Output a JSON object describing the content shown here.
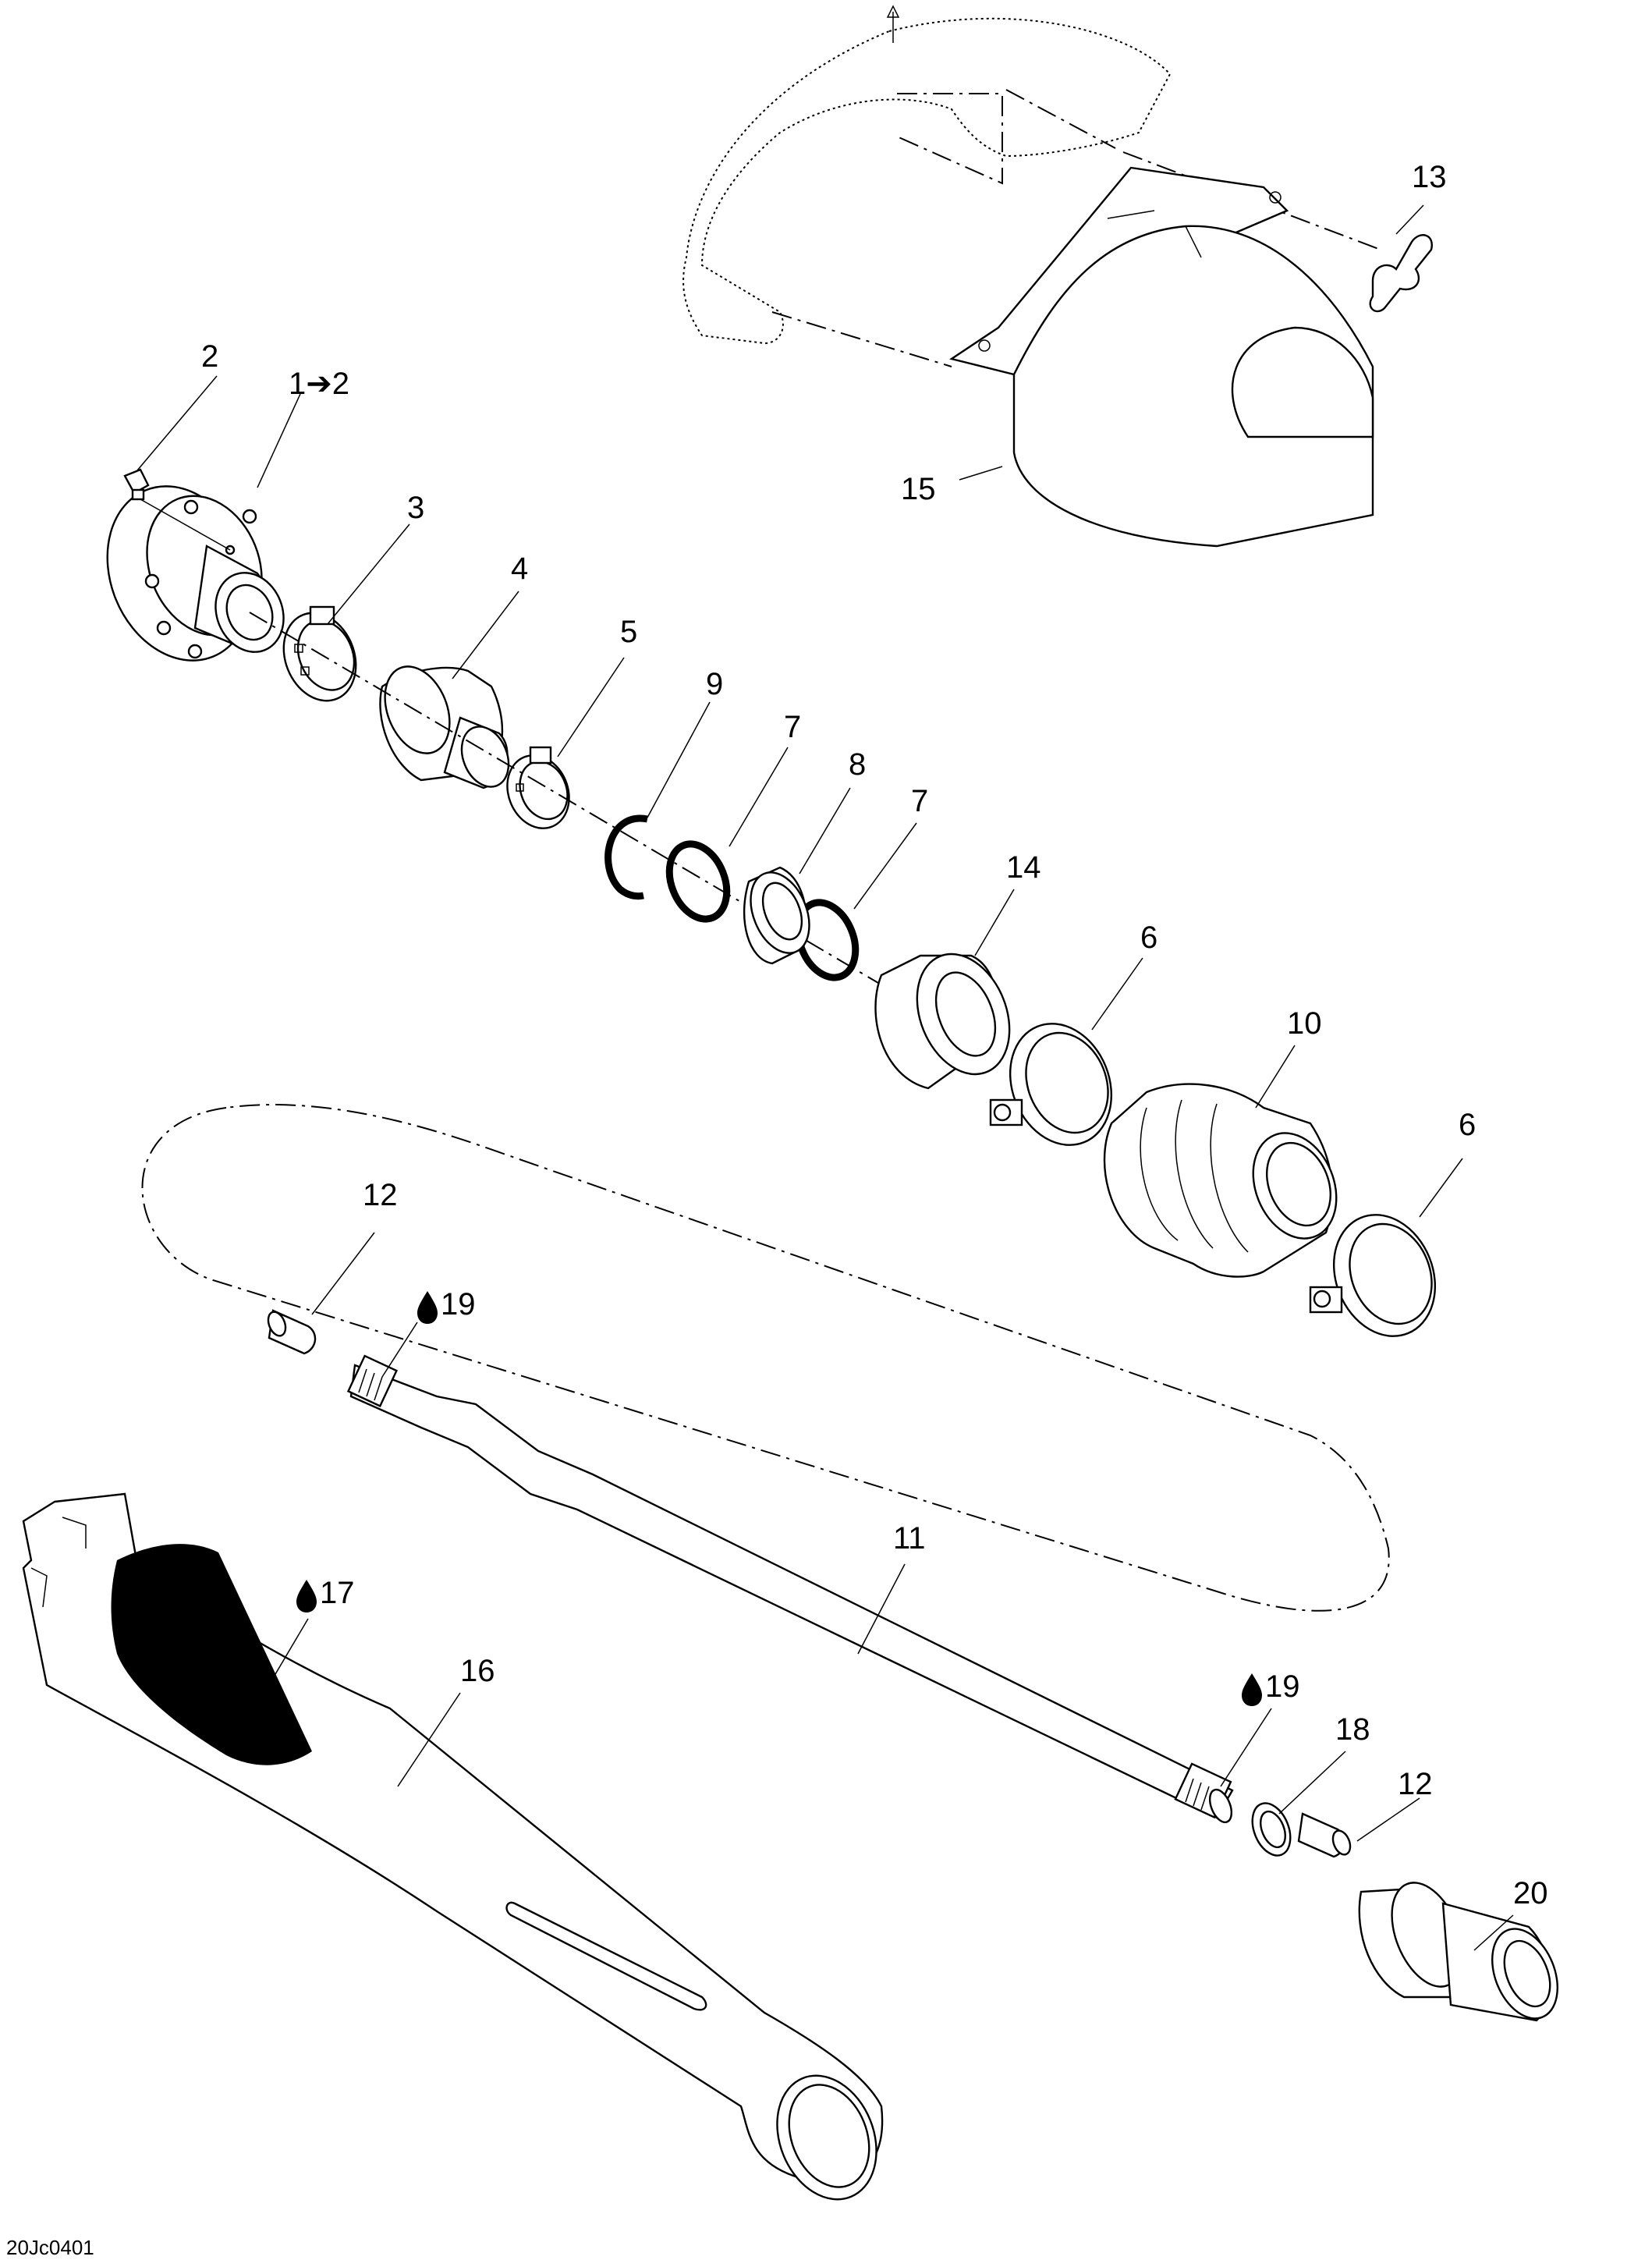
{
  "diagram_code": "20Jc0401",
  "callouts": [
    {
      "id": "c1",
      "text": "1➔2"
    },
    {
      "id": "c2",
      "text": "2"
    },
    {
      "id": "c3",
      "text": "3"
    },
    {
      "id": "c4",
      "text": "4"
    },
    {
      "id": "c5",
      "text": "5"
    },
    {
      "id": "c6a",
      "text": "6"
    },
    {
      "id": "c6b",
      "text": "6"
    },
    {
      "id": "c7a",
      "text": "7"
    },
    {
      "id": "c7b",
      "text": "7"
    },
    {
      "id": "c8",
      "text": "8"
    },
    {
      "id": "c9",
      "text": "9"
    },
    {
      "id": "c10",
      "text": "10"
    },
    {
      "id": "c11",
      "text": "11"
    },
    {
      "id": "c12a",
      "text": "12"
    },
    {
      "id": "c12b",
      "text": "12"
    },
    {
      "id": "c13",
      "text": "13"
    },
    {
      "id": "c14",
      "text": "14"
    },
    {
      "id": "c15",
      "text": "15"
    },
    {
      "id": "c16",
      "text": "16"
    },
    {
      "id": "c17",
      "text": "17"
    },
    {
      "id": "c18",
      "text": "18"
    },
    {
      "id": "c19a",
      "text": "19"
    },
    {
      "id": "c19b",
      "text": "19"
    },
    {
      "id": "c20",
      "text": "20"
    }
  ],
  "icons": {
    "lubricant": "drop-icon",
    "replacement_arrow": "arrow-right-icon"
  }
}
